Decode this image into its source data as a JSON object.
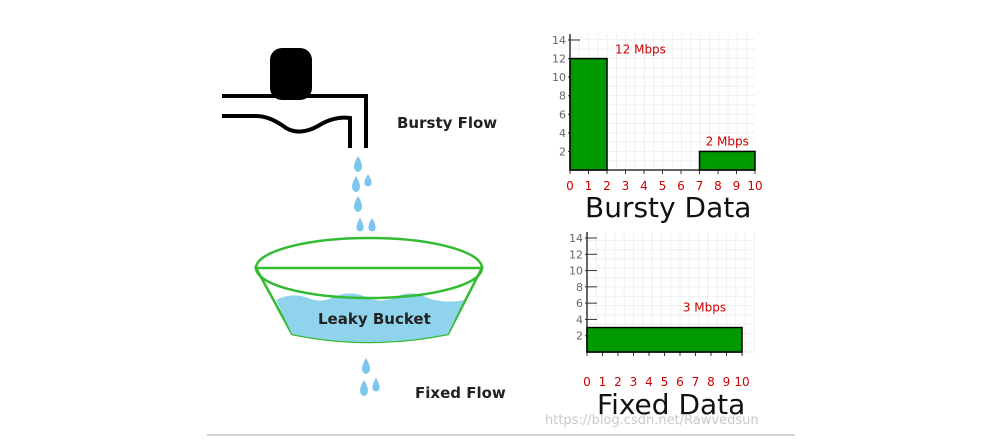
{
  "labels": {
    "bursty_flow": "Bursty Flow",
    "leaky_bucket": "Leaky Bucket",
    "fixed_flow": "Fixed Flow"
  },
  "watermark": "https://blog.csdn.net/Rawvedsun",
  "colors": {
    "bar_fill": "#009900",
    "bucket_outline": "#33bb33",
    "water": "#8fd3ec",
    "drop": "#7cc6ee",
    "annotation": "#cc0000"
  },
  "chart_data": [
    {
      "type": "bar",
      "title": "Bursty Data",
      "xlabel": "",
      "ylabel": "",
      "xlim": [
        0,
        10
      ],
      "ylim": [
        0,
        14
      ],
      "x_ticks": [
        "0",
        "1",
        "2",
        "3",
        "4",
        "5",
        "6",
        "7",
        "8",
        "9",
        "10"
      ],
      "y_ticks": [
        "2",
        "4",
        "6",
        "8",
        "10",
        "12",
        "14"
      ],
      "grid": true,
      "bars": [
        {
          "x_start": 0,
          "x_end": 2,
          "value": 12,
          "label": "12 Mbps"
        },
        {
          "x_start": 7,
          "x_end": 10,
          "value": 2,
          "label": "2 Mbps"
        }
      ]
    },
    {
      "type": "bar",
      "title": "Fixed Data",
      "xlabel": "",
      "ylabel": "",
      "xlim": [
        0,
        10
      ],
      "ylim": [
        0,
        14
      ],
      "x_ticks": [
        "0",
        "1",
        "2",
        "3",
        "4",
        "5",
        "6",
        "7",
        "8",
        "9",
        "10"
      ],
      "y_ticks": [
        "2",
        "4",
        "6",
        "8",
        "10",
        "12",
        "14"
      ],
      "grid": true,
      "bars": [
        {
          "x_start": 0,
          "x_end": 10,
          "value": 3,
          "label": "3 Mbps"
        }
      ]
    }
  ]
}
